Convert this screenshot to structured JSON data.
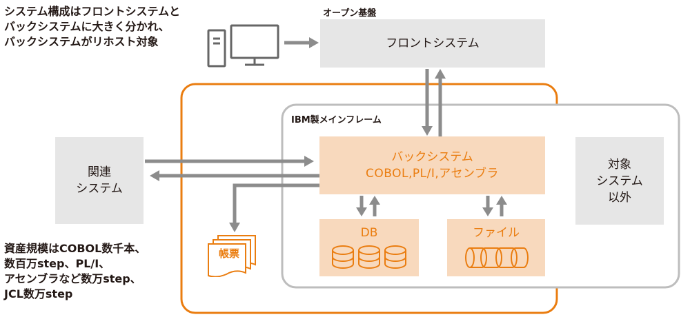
{
  "notes": {
    "top": [
      "システム構成はフロントシステムと",
      "バックシステムに大きく分かれ、",
      "バックシステムがリホスト対象"
    ],
    "bottom": [
      "資産規模はCOBOL数千本、",
      "数百万step、PL/I、",
      "アセンブラなど数万step、",
      "JCL数万step"
    ]
  },
  "labels": {
    "open_platform": "オープン基盤",
    "front_system": "フロントシステム",
    "mainframe": "IBM製メインフレーム",
    "back_system_line1": "バックシステム",
    "back_system_line2": "COBOL,PL/I,アセンブラ",
    "db": "DB",
    "file": "ファイル",
    "related_line1": "関連",
    "related_line2": "システム",
    "out_of_scope_line1": "対象",
    "out_of_scope_line2": "システム",
    "out_of_scope_line3": "以外",
    "report": "帳票"
  },
  "colors": {
    "orange": "#ea7d10",
    "orange_fill": "#f8d9bd",
    "gray_fill": "#e6e6e6",
    "arrow_gray": "#8c8c8c",
    "frame_gray": "#bdbdbd"
  },
  "icons": [
    "desktop-computer-icon",
    "database-cylinder-icon",
    "file-reel-icon",
    "report-document-icon"
  ]
}
